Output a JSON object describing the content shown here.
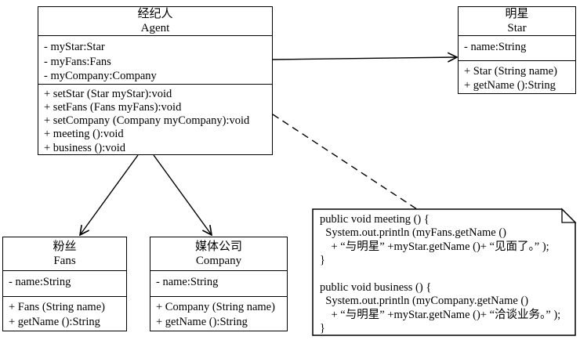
{
  "classes": {
    "agent": {
      "name_cn": "经纪人",
      "name_en": "Agent",
      "attributes": [
        "- myStar:Star",
        "- myFans:Fans",
        "- myCompany:Company"
      ],
      "methods": [
        "+ setStar (Star myStar):void",
        "+ setFans (Fans myFans):void",
        "+ setCompany (Company myCompany):void",
        "+ meeting ():void",
        "+ business ():void"
      ]
    },
    "star": {
      "name_cn": "明星",
      "name_en": "Star",
      "attributes": [
        "- name:String"
      ],
      "methods": [
        "+ Star (String name)",
        "+ getName ():String"
      ]
    },
    "fans": {
      "name_cn": "粉丝",
      "name_en": "Fans",
      "attributes": [
        "- name:String"
      ],
      "methods": [
        "+ Fans (String name)",
        "+ getName ():String"
      ]
    },
    "company": {
      "name_cn": "媒体公司",
      "name_en": "Company",
      "attributes": [
        "- name:String"
      ],
      "methods": [
        "+ Company (String name)",
        "+ getName ():String"
      ]
    }
  },
  "note": {
    "lines": [
      "public void meeting () {",
      "  System.out.println (myFans.getName ()",
      "    + “与明星” +myStar.getName ()+ “见面了。” );",
      "}",
      "",
      "public void business () {",
      "  System.out.println (myCompany.getName ()",
      "    + “与明星” +myStar.getName ()+ “洽谈业务。” );",
      "}"
    ]
  },
  "relationships": [
    {
      "from": "Agent",
      "to": "Star",
      "style": "solid",
      "arrow": "open"
    },
    {
      "from": "Agent",
      "to": "Fans",
      "style": "solid",
      "arrow": "open"
    },
    {
      "from": "Agent",
      "to": "Company",
      "style": "solid",
      "arrow": "open"
    },
    {
      "from": "Agent",
      "to": "note",
      "style": "dashed",
      "arrow": "none"
    }
  ],
  "colors": {
    "line": "#000000",
    "background": "#ffffff"
  }
}
